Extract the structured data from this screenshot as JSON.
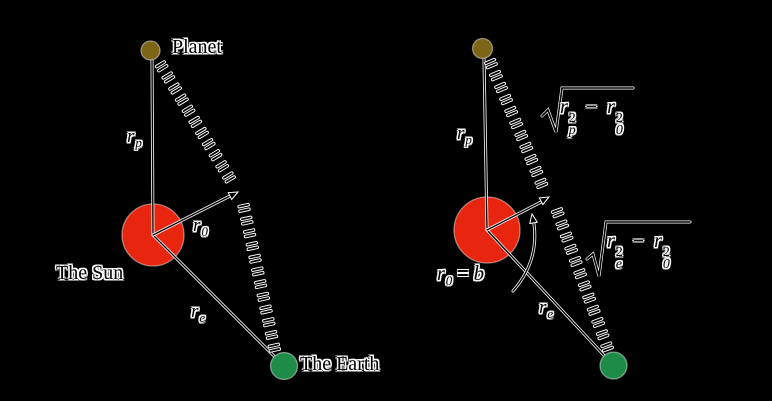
{
  "figure_colors": {
    "background": "#000000",
    "ink": "#000000",
    "halo": "#ffffff",
    "sun": "#e8250e",
    "planet": "#7c6516",
    "earth": "#1e8c49"
  },
  "left": {
    "planet_label": "Planet",
    "sun_label": "The Sun",
    "earth_label": "The Earth",
    "rp": {
      "base": "r",
      "sub": "p"
    },
    "r0": {
      "base": "r",
      "sub": "0"
    },
    "re": {
      "base": "r",
      "sub": "e"
    }
  },
  "right": {
    "rp": {
      "base": "r",
      "sub": "p"
    },
    "re": {
      "base": "r",
      "sub": "e"
    },
    "r0_eq": {
      "base": "r",
      "sub": "0",
      "op": "=",
      "rhs": "b"
    },
    "formula_top": {
      "t1": {
        "base": "r",
        "sub": "p",
        "sup": "2"
      },
      "op": "−",
      "t2": {
        "base": "r",
        "sub": "0",
        "sup": "2"
      }
    },
    "formula_bottom": {
      "t1": {
        "base": "r",
        "sub": "e",
        "sup": "2"
      },
      "op": "−",
      "t2": {
        "base": "r",
        "sub": "0",
        "sup": "2"
      }
    }
  }
}
